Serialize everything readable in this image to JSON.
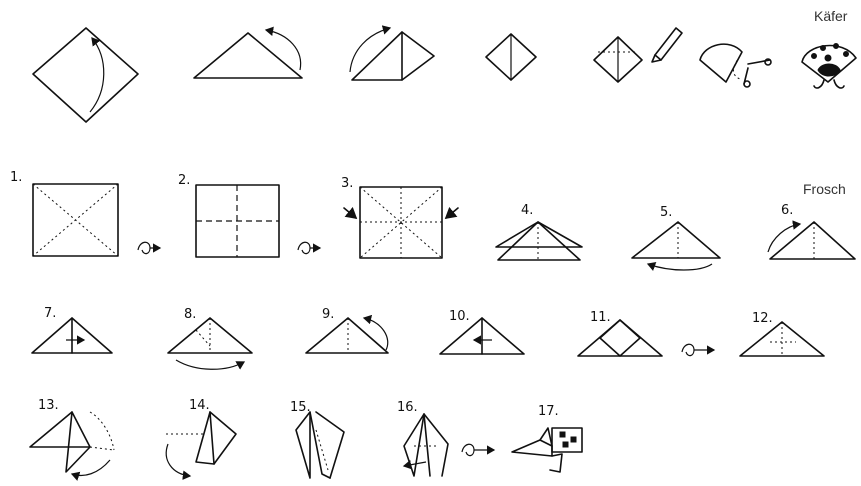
{
  "sections": {
    "kaefer": {
      "title": "Käfer"
    },
    "frosch": {
      "title": "Frosch"
    }
  },
  "frosch_steps": [
    "1.",
    "2.",
    "3.",
    "4.",
    "5.",
    "6.",
    "7.",
    "8.",
    "9.",
    "10.",
    "11.",
    "12.",
    "13.",
    "14.",
    "15.",
    "16.",
    "17."
  ],
  "icons": {
    "fold_arrow": "curved-arrow-icon",
    "flip": "turn-over-icon",
    "pen": "pen-icon",
    "scissors": "scissors-icon"
  }
}
